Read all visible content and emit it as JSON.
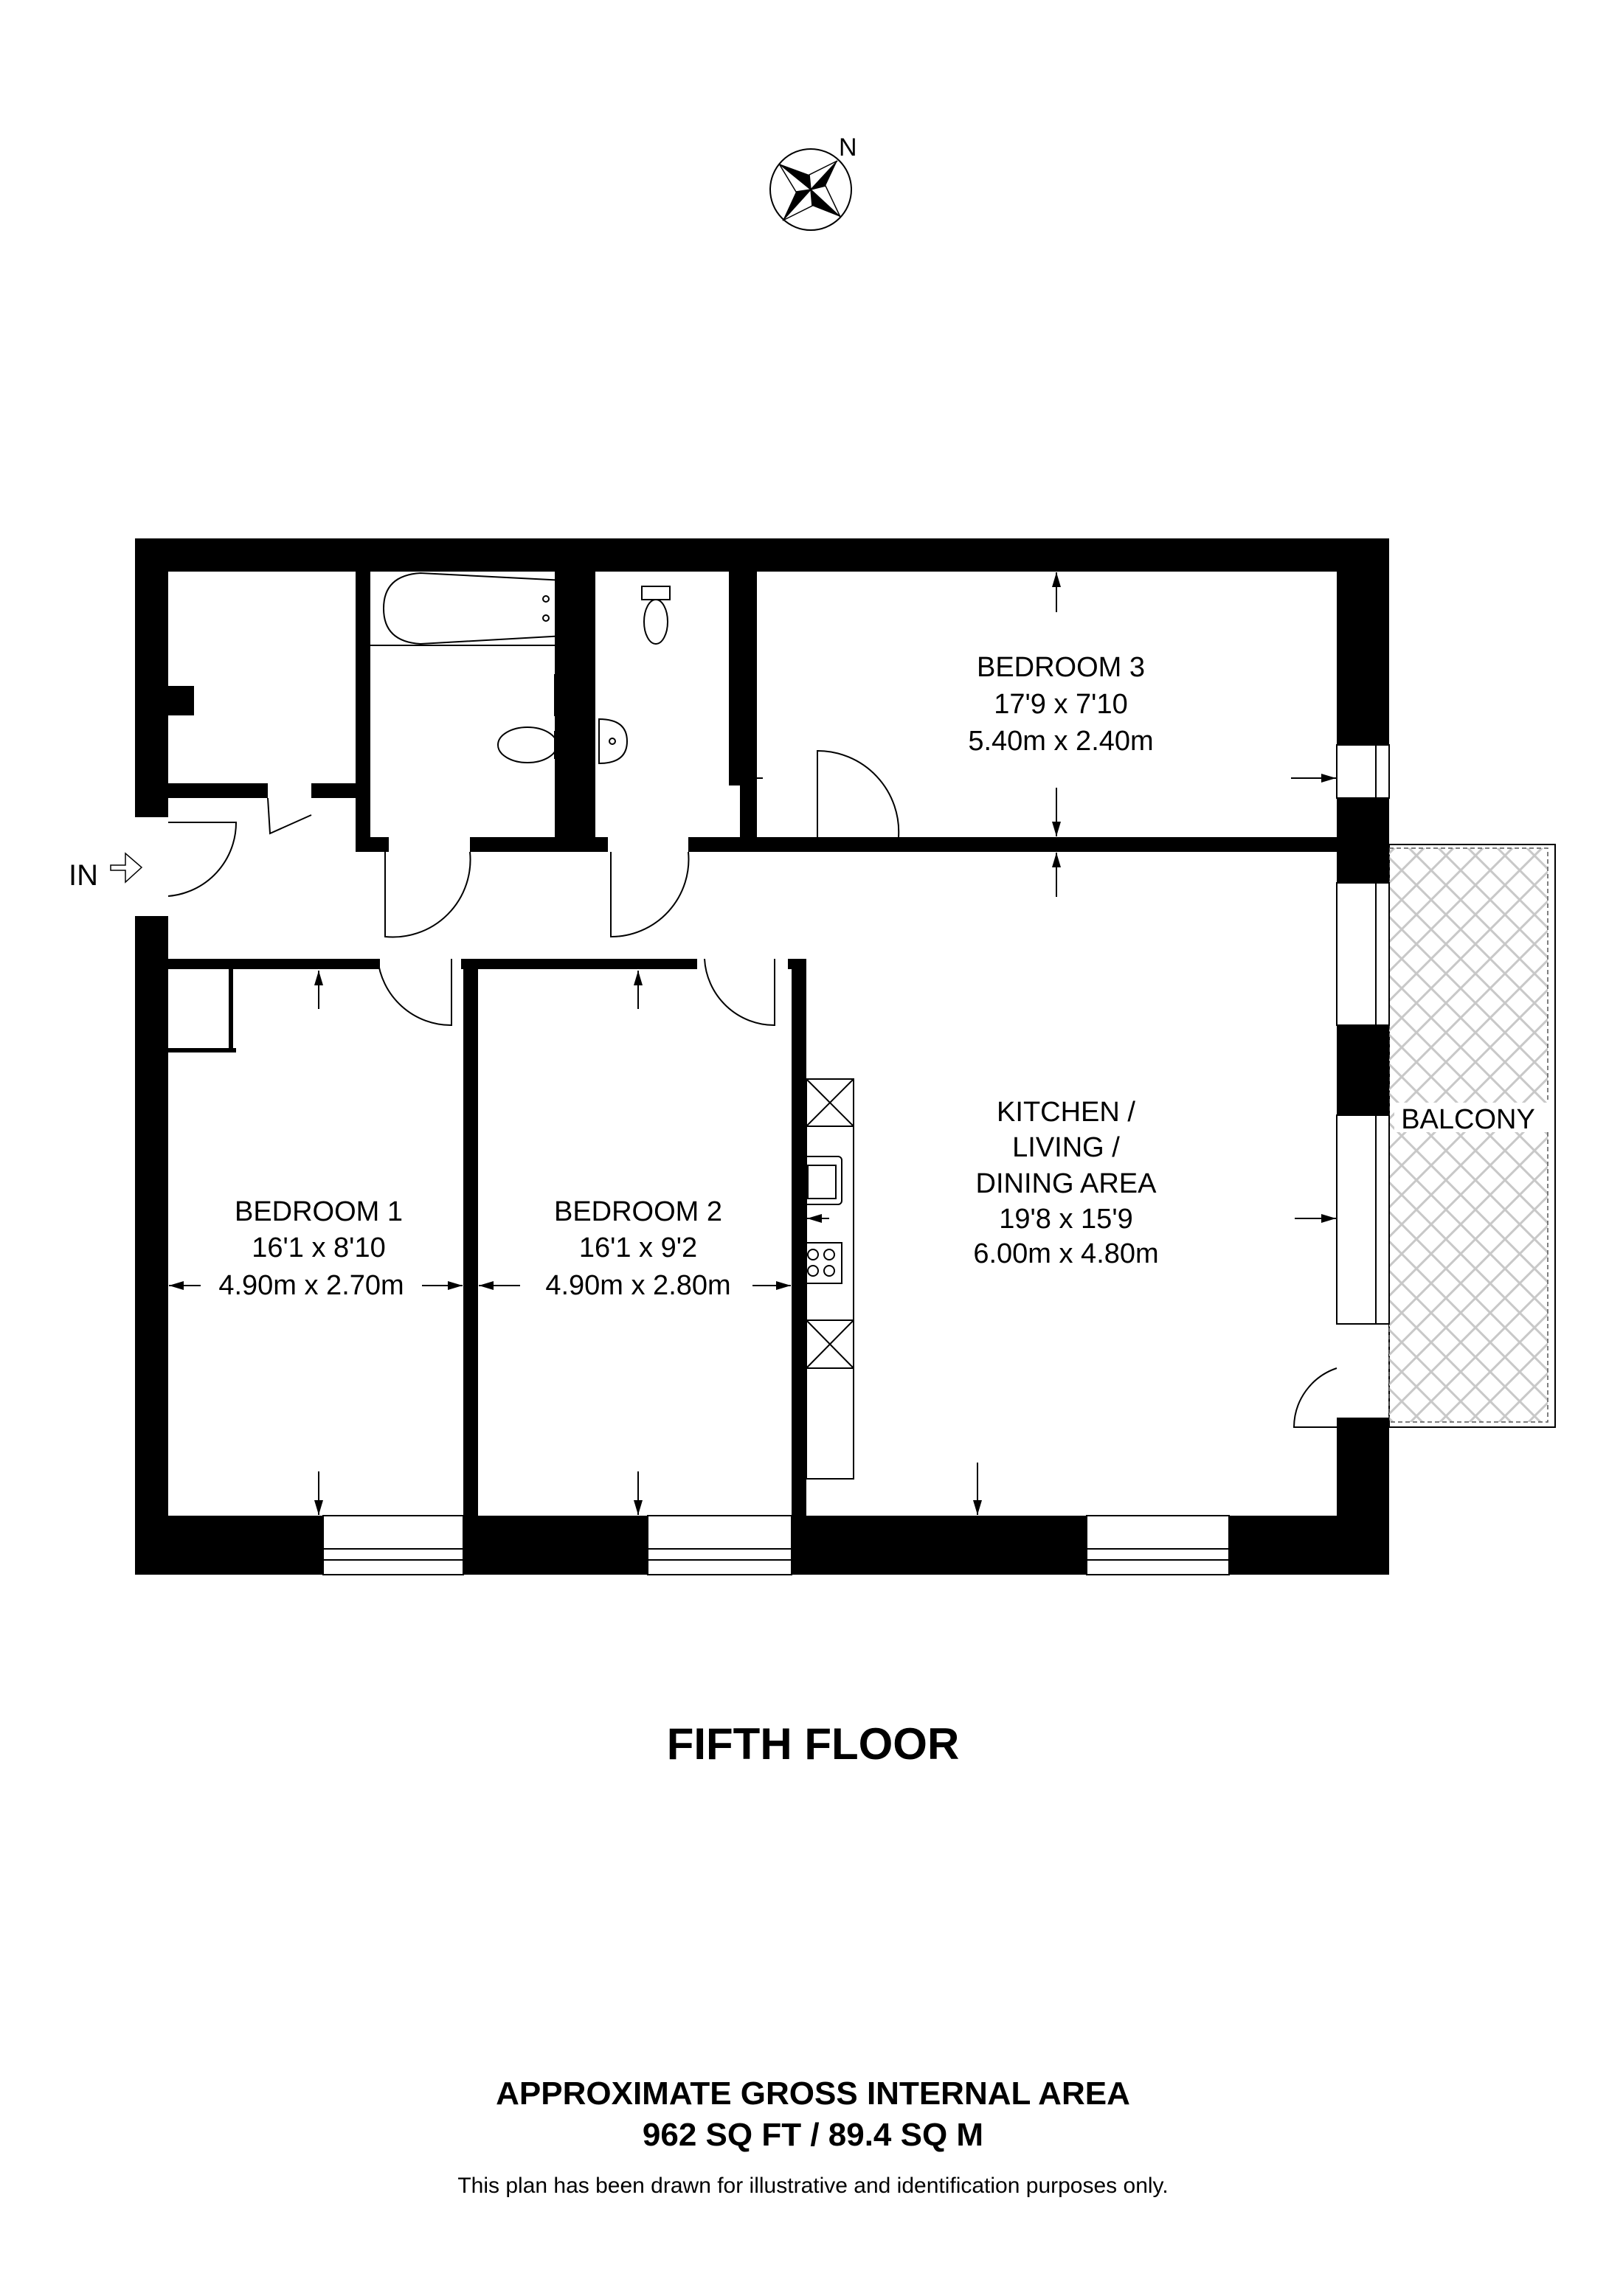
{
  "compass": {
    "north_label": "N",
    "icon": "compass-rose-icon"
  },
  "entrance": {
    "label": "IN",
    "icon": "entrance-arrow-icon"
  },
  "rooms": [
    {
      "id": "bedroom-3",
      "name": "BEDROOM 3",
      "imperial": "17'9 x 7'10",
      "metric": "5.40m x 2.40m"
    },
    {
      "id": "kitchen",
      "name_lines": [
        "KITCHEN /",
        "LIVING /",
        "DINING AREA"
      ],
      "imperial": "19'8 x 15'9",
      "metric": "6.00m x 4.80m"
    },
    {
      "id": "bedroom-1",
      "name": "BEDROOM 1",
      "imperial": "16'1 x 8'10",
      "metric": "4.90m x 2.70m"
    },
    {
      "id": "bedroom-2",
      "name": "BEDROOM 2",
      "imperial": "16'1 x 9'2",
      "metric": "4.90m x 2.80m"
    }
  ],
  "balcony": {
    "label": "BALCONY",
    "hatch_color": "#c8c8c8"
  },
  "floor": {
    "title": "FIFTH FLOOR"
  },
  "footer": {
    "area_title": "APPROXIMATE GROSS INTERNAL AREA",
    "area_value": "962 SQ FT / 89.4 SQ M",
    "disclaimer": "This plan has been drawn for illustrative and identification purposes only."
  }
}
